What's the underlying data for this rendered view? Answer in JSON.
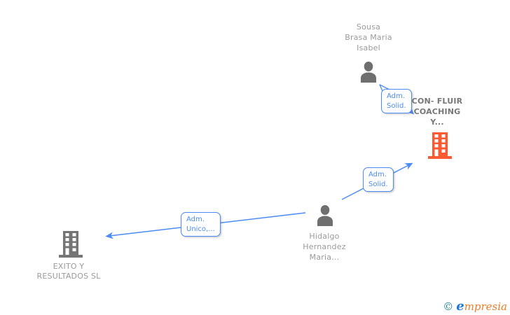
{
  "diagram": {
    "nodes": {
      "sousa": {
        "label": "Sousa\nBrasa Maria\nIsabel",
        "type": "person"
      },
      "confluir": {
        "label": "CON- FLUIR\nCOACHING\nY...",
        "type": "company-highlighted"
      },
      "hidalgo": {
        "label": "Hidalgo\nHernandez\nMaria...",
        "type": "person"
      },
      "exito": {
        "label": "EXITO Y\nRESULTADOS SL",
        "type": "company"
      }
    },
    "edges": {
      "sousa_to_confluir": {
        "label": "Adm.\nSolid."
      },
      "hidalgo_to_confluir": {
        "label": "Adm.\nSolid."
      },
      "hidalgo_to_exito": {
        "label": "Adm.\nUnico,..."
      }
    }
  },
  "footer": {
    "copyright_symbol": "©",
    "brand_first_letter": "e",
    "brand_rest": "mpresia"
  },
  "colors": {
    "edge_blue": "#4b8bf5",
    "person_gray": "#6f6f6f",
    "company_gray": "#757575",
    "company_highlight_orange": "#fa5b32",
    "label_gray": "#9a9a9a",
    "label_dark_gray": "#777777",
    "brand_teal": "#17818e",
    "brand_blue": "#1e78d7",
    "brand_orange": "#ef7d2a"
  }
}
